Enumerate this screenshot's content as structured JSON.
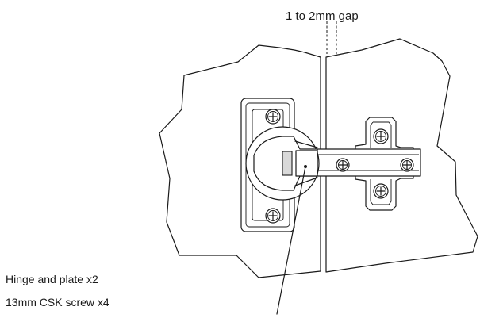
{
  "labels": {
    "gap": "1 to 2mm gap",
    "note_hinge": "Hinge and plate x2",
    "note_screw": "13mm CSK screw x4"
  },
  "icons": {
    "screw": "cross-head-screw-icon"
  },
  "colors": {
    "line": "#1a1a1a",
    "background": "#ffffff",
    "fill": "#ffffff"
  }
}
